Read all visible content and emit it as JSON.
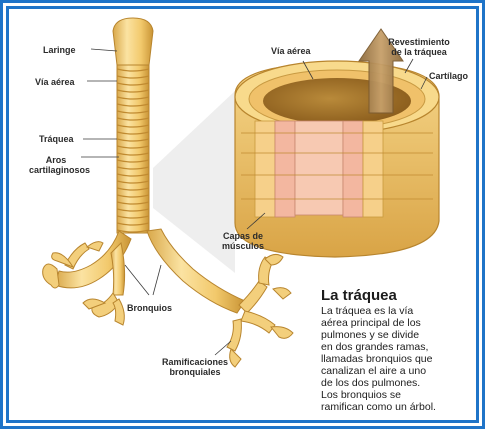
{
  "labels": {
    "laringe": "Laringe",
    "via_aerea_left": "Vía aérea",
    "traquea": "Tráquea",
    "aros_line1": "Aros",
    "aros_line2": "cartilaginosos",
    "bronquios": "Bronquios",
    "ramificaciones_line1": "Ramificaciones",
    "ramificaciones_line2": "bronquiales",
    "via_aerea_right": "Vía aérea",
    "revestimiento_line1": "Revestimiento",
    "revestimiento_line2": "de la tráquea",
    "cartilago": "Cartílago",
    "capas_line1": "Capas de",
    "capas_line2": "músculos"
  },
  "caption": {
    "title": "La tráquea",
    "lines": [
      "La tráquea es la vía",
      "aérea principal de los",
      "pulmones y se divide",
      "en dos grandes ramas,",
      "llamadas bronquios que",
      "canalizan el aire a uno",
      "de los dos pulmones.",
      "Los bronquios se",
      "ramifican como un árbol."
    ]
  },
  "colors": {
    "frame": "#1f74c8",
    "cartilage": "#f4cf7a",
    "cartilage_dark": "#c99a3c",
    "lumen": "#a8782c",
    "muscle": "#f3b7a0",
    "arrow": "#b08a50"
  }
}
